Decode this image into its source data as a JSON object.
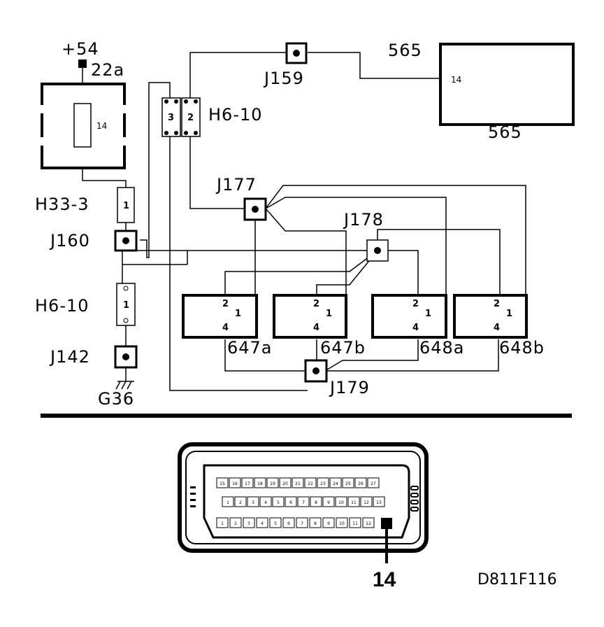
{
  "diagram": {
    "supply": {
      "label": "+54",
      "terminal": "22a"
    },
    "fuse": {
      "pin": "14"
    },
    "ecu": {
      "label_top": "565",
      "label_bottom": "565",
      "pin": "14"
    },
    "connectors": {
      "h6_10_top": {
        "label": "H6-10",
        "pin_left": "3",
        "pin_right": "2"
      },
      "h33_3": {
        "label": "H33-3",
        "pin": "1"
      },
      "h6_10_left": {
        "label": "H6-10",
        "pin": "1"
      }
    },
    "junctions": {
      "j159": "J159",
      "j160": "J160",
      "j177": "J177",
      "j178": "J178",
      "j142": "J142",
      "j179": "J179"
    },
    "ground": "G36",
    "sensors": [
      {
        "label": "647a",
        "pin2": "2",
        "pin1": "1",
        "pin4": "4"
      },
      {
        "label": "647b",
        "pin2": "2",
        "pin1": "1",
        "pin4": "4"
      },
      {
        "label": "648a",
        "pin2": "2",
        "pin1": "1",
        "pin4": "4"
      },
      {
        "label": "648b",
        "pin2": "2",
        "pin1": "1",
        "pin4": "4"
      }
    ],
    "ecu_connector": {
      "row1": [
        "15",
        "16",
        "17",
        "18",
        "19",
        "20",
        "21",
        "22",
        "23",
        "24",
        "25",
        "26",
        "27"
      ],
      "row2": [
        "1",
        "2",
        "3",
        "4",
        "5",
        "6",
        "7",
        "8",
        "9",
        "10",
        "11",
        "12",
        "13"
      ],
      "row3": [
        "1",
        "2",
        "3",
        "4",
        "5",
        "6",
        "7",
        "8",
        "9",
        "10",
        "11",
        "12"
      ],
      "highlight_pin": "14"
    },
    "figure_id": "D811F116"
  }
}
